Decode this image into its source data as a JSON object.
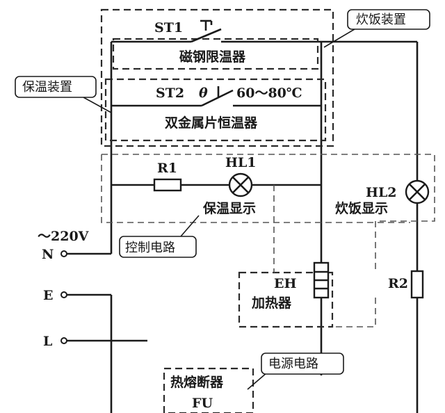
{
  "labels": {
    "st1": "ST1",
    "magnetic_limiter": "磁钢限温器",
    "st2": "ST2",
    "theta": "θ",
    "temp_range": "60～80℃",
    "bimetal_thermostat": "双金属片恒温器",
    "r1": "R1",
    "hl1": "HL1",
    "keep_warm_display": "保温显示",
    "hl2": "HL2",
    "cooking_display": "炊饭显示",
    "voltage": "～220V",
    "n": "N",
    "e": "E",
    "l": "L",
    "eh": "EH",
    "heater": "加热器",
    "r2": "R2",
    "fuse_name": "热熔断器",
    "fu": "FU"
  },
  "callouts": {
    "cooking_device": "炊饭装置",
    "keep_warm_device": "保温装置",
    "control_circuit": "控制电路",
    "power_circuit": "电源电路"
  }
}
